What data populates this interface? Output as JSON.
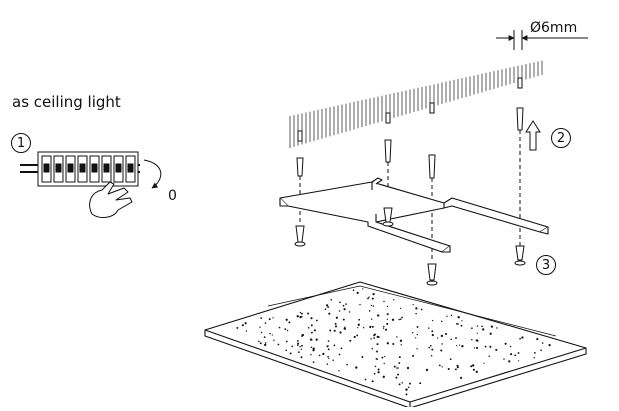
{
  "caption": "as ceiling light",
  "steps": {
    "one": "1",
    "two": "2",
    "three": "3"
  },
  "breaker_state": "0",
  "drill_diameter": "Ø6mm",
  "colors": {
    "line": "#111111",
    "background": "#ffffff"
  }
}
